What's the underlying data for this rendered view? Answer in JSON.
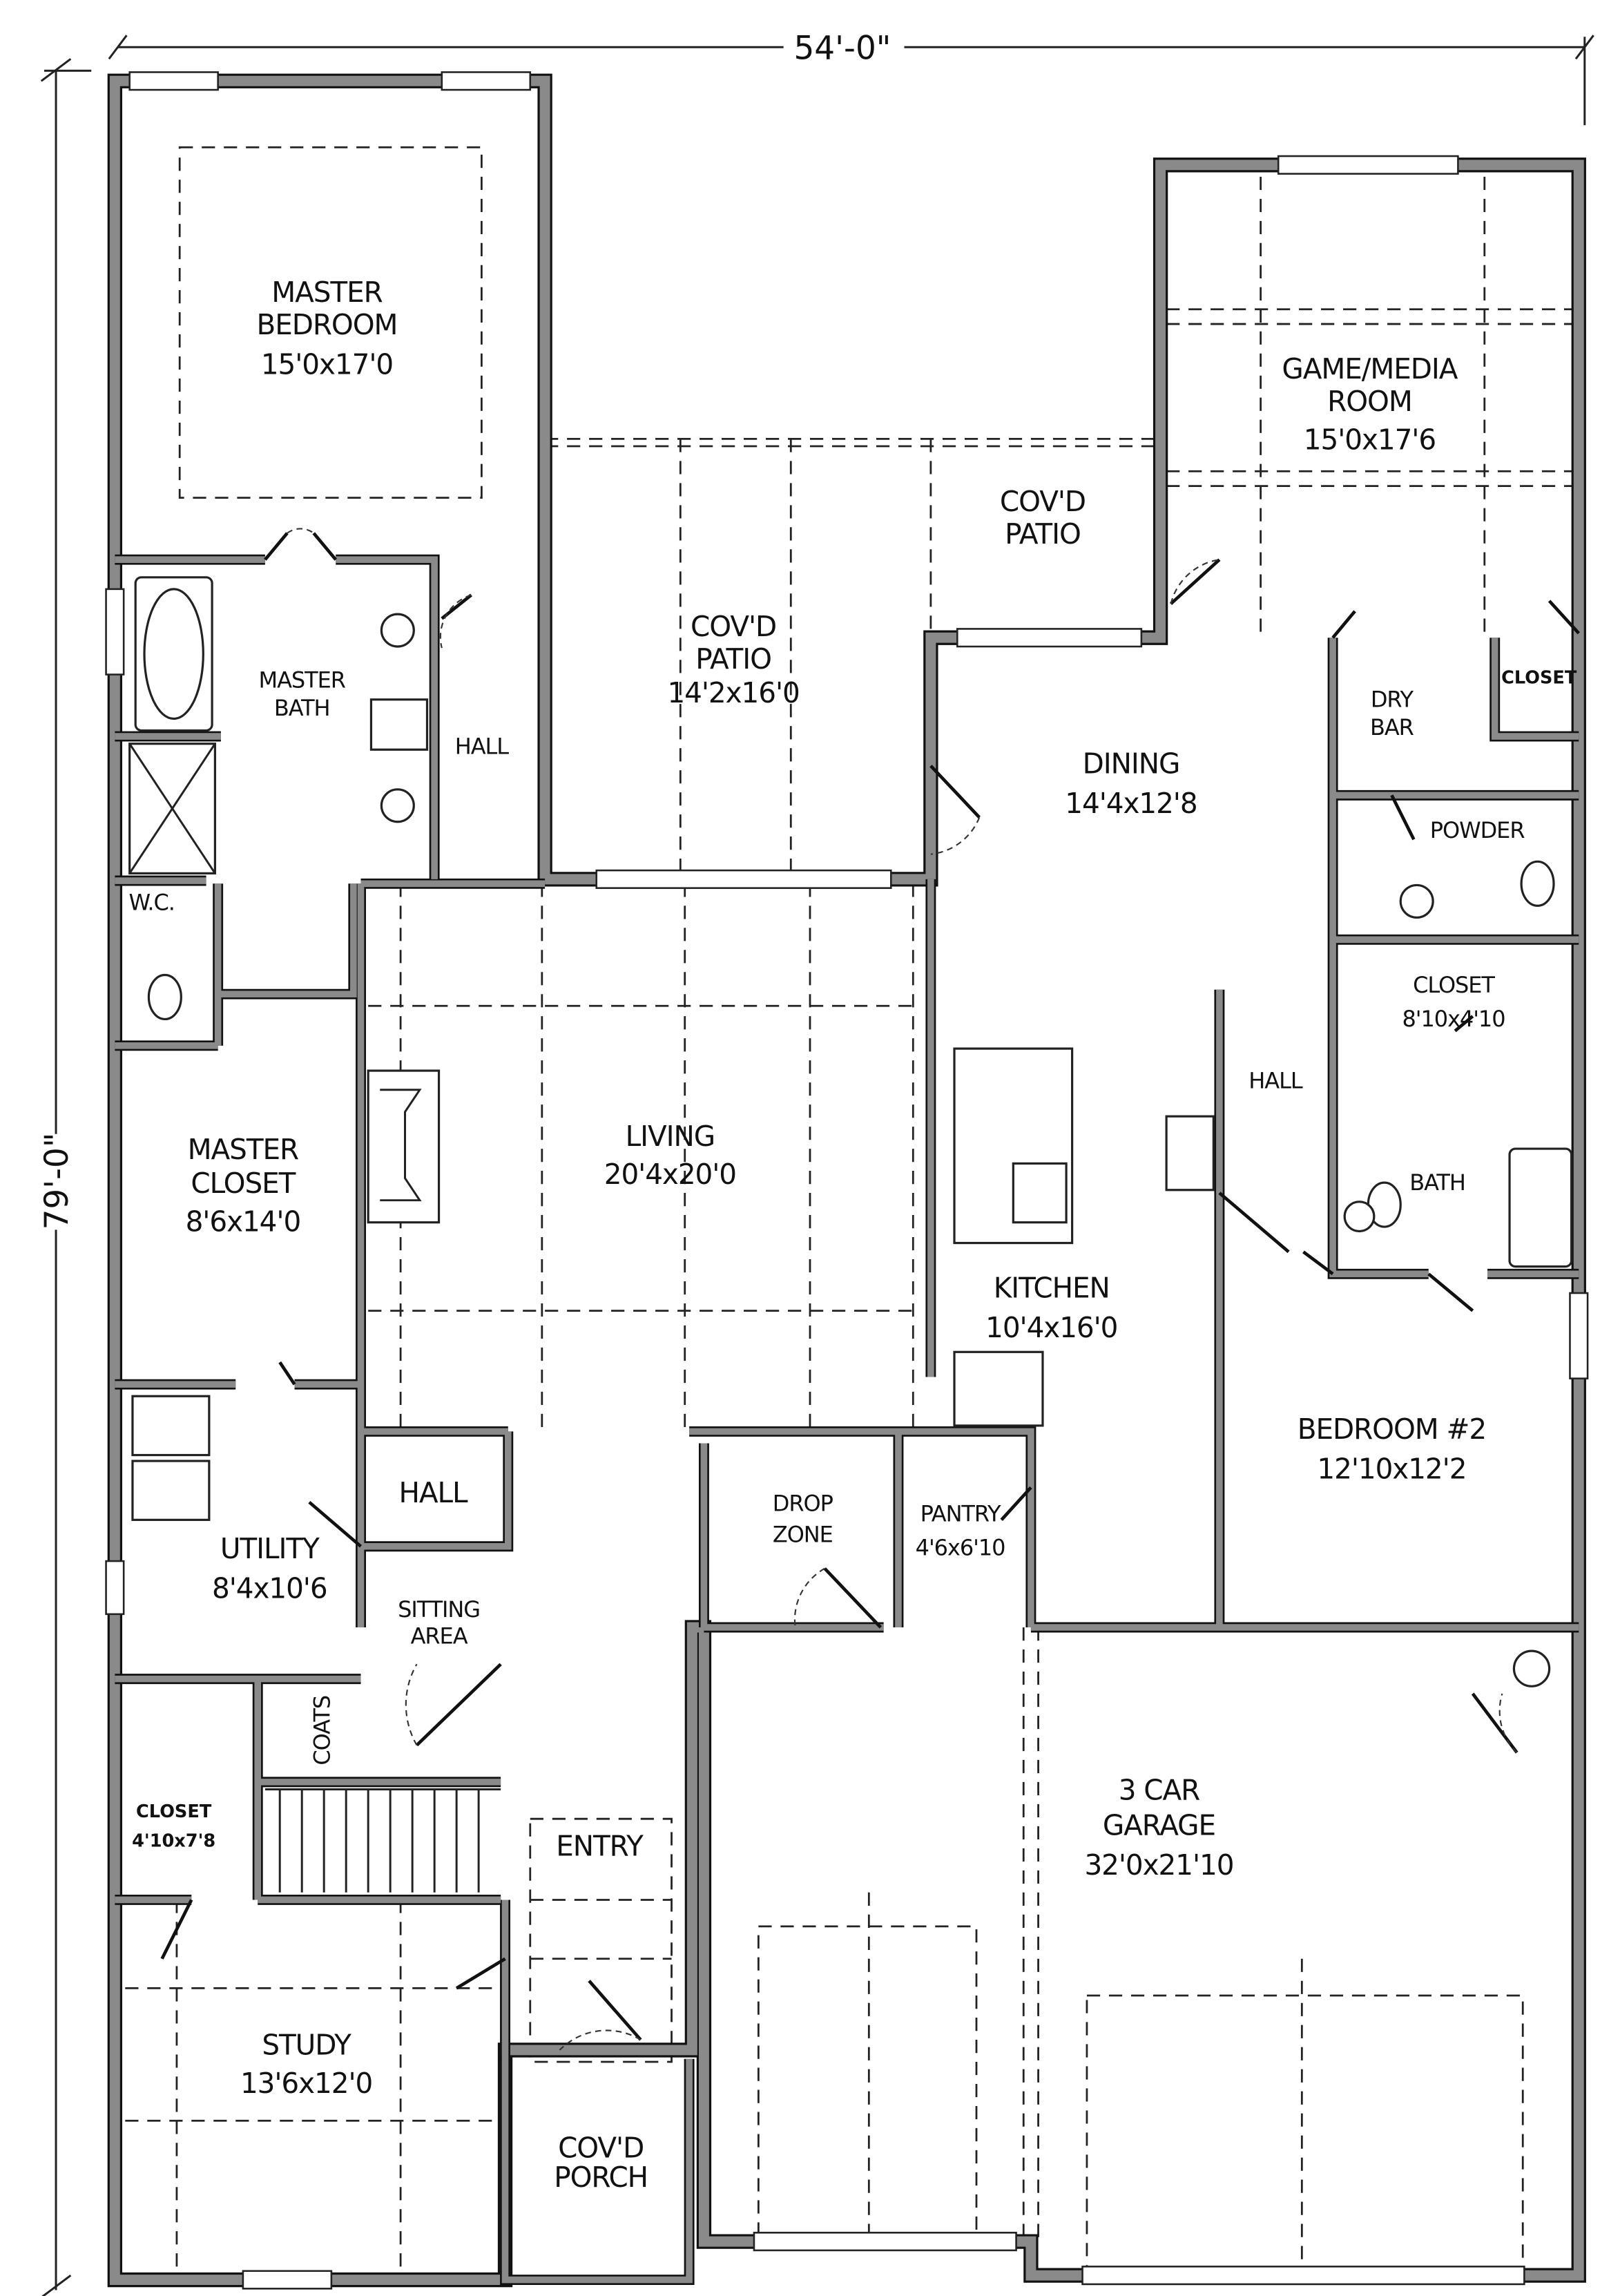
{
  "dimensions": {
    "width": "54'-0\"",
    "depth": "79'-0\""
  },
  "rooms": {
    "master_bedroom": {
      "name1": "MASTER",
      "name2": "BEDROOM",
      "size": "15'0x17'0"
    },
    "game_media": {
      "name1": "GAME/MEDIA",
      "name2": "ROOM",
      "size": "15'0x17'6"
    },
    "patio_small": {
      "name1": "COV'D",
      "name2": "PATIO"
    },
    "patio_main": {
      "name1": "COV'D",
      "name2": "PATIO",
      "size": "14'2x16'0"
    },
    "master_bath": {
      "name1": "MASTER",
      "name2": "BATH"
    },
    "hall_master": {
      "name": "HALL"
    },
    "dining": {
      "name": "DINING",
      "size": "14'4x12'8"
    },
    "dry_bar": {
      "name1": "DRY",
      "name2": "BAR"
    },
    "closet_small": {
      "name": "CLOSET"
    },
    "powder": {
      "name": "POWDER"
    },
    "wc": {
      "name": "W.C."
    },
    "closet_bed2": {
      "name": "CLOSET",
      "size": "8'10x4'10"
    },
    "hall_bed2": {
      "name": "HALL"
    },
    "living": {
      "name": "LIVING",
      "size": "20'4x20'0"
    },
    "master_closet": {
      "name1": "MASTER",
      "name2": "CLOSET",
      "size": "8'6x14'0"
    },
    "bath": {
      "name": "BATH"
    },
    "kitchen": {
      "name": "KITCHEN",
      "size": "10'4x16'0"
    },
    "bedroom2": {
      "name": "BEDROOM #2",
      "size": "12'10x12'2"
    },
    "hall_utility": {
      "name": "HALL"
    },
    "drop_zone": {
      "name1": "DROP",
      "name2": "ZONE"
    },
    "pantry": {
      "name": "PANTRY",
      "size": "4'6x6'10"
    },
    "utility": {
      "name": "UTILITY",
      "size": "8'4x10'6"
    },
    "sitting": {
      "name1": "SITTING",
      "name2": "AREA"
    },
    "coats": {
      "name": "COATS"
    },
    "closet_study": {
      "name": "CLOSET",
      "size": "4'10x7'8"
    },
    "garage": {
      "name1": "3 CAR",
      "name2": "GARAGE",
      "size": "32'0x21'10"
    },
    "entry": {
      "name": "ENTRY"
    },
    "study": {
      "name": "STUDY",
      "size": "13'6x12'0"
    },
    "porch": {
      "name1": "COV'D",
      "name2": "PORCH"
    }
  }
}
